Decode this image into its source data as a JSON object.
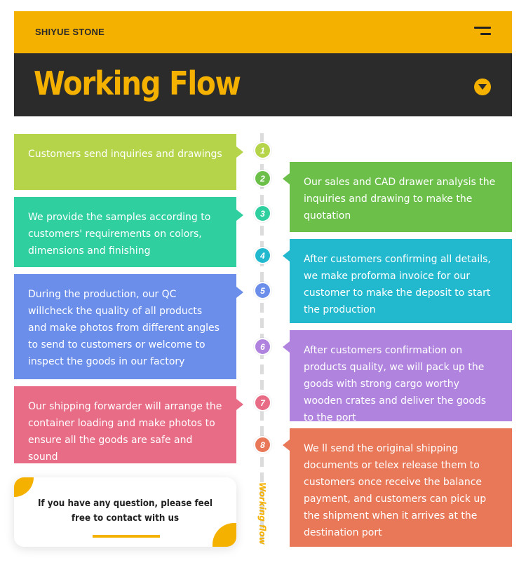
{
  "header": {
    "brand": "SHIYUE STONE",
    "title": "Working Flow",
    "menu_icon": "menu-icon",
    "toggle_icon": "chevron-down-icon"
  },
  "colors": {
    "accent": "#f5b100",
    "dark": "#2b2b2b"
  },
  "steps": [
    {
      "number": "1",
      "text": "Customers send inquiries and drawings",
      "color": "#b5d44a",
      "side": "left"
    },
    {
      "number": "2",
      "text": "Our sales and CAD drawer analysis the inquiries and drawing to make the quotation",
      "color": "#6cc04a",
      "side": "right"
    },
    {
      "number": "3",
      "text": "We provide the samples according to customers' requirements on colors, dimensions and finishing",
      "color": "#2fcfa0",
      "side": "left"
    },
    {
      "number": "4",
      "text": "After customers confirming all details, we make proforma invoice for our customer to make the deposit to start the production",
      "color": "#22b9cf",
      "side": "right"
    },
    {
      "number": "5",
      "text": "During the production, our QC willcheck the quality of all products and make photos from different angles to send to customers or welcome to inspect the goods in our factory",
      "color": "#6b8eeb",
      "side": "left"
    },
    {
      "number": "6",
      "text": "After customers confirmation on products quality, we will pack up the goods with strong cargo worthy wooden crates and deliver the goods to the port",
      "color": "#b084de",
      "side": "right"
    },
    {
      "number": "7",
      "text": "Our shipping forwarder will arrange the container loading and make photos to ensure all the goods are safe and sound",
      "color": "#e86c86",
      "side": "left"
    },
    {
      "number": "8",
      "text": "We ll send the original shipping documents or telex release them to customers once receive the balance payment, and customers can pick up the shipment when it arrives at the destination port",
      "color": "#e87858",
      "side": "right"
    }
  ],
  "contact": {
    "text": "If you have any question, please feel free to contact with us"
  },
  "timeline_label": "Working flow"
}
